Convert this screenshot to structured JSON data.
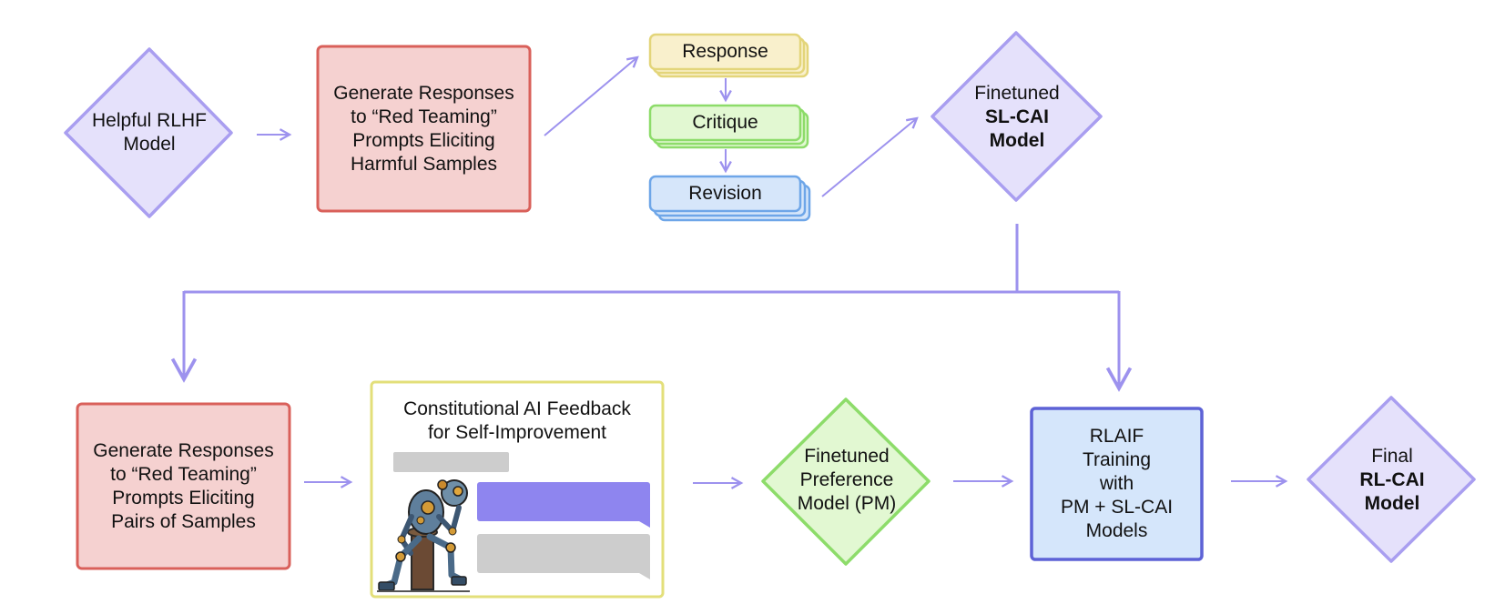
{
  "colors": {
    "arrow": "#9d92ee",
    "diamond_fill": "#e5e1fb",
    "diamond_stroke": "#a99ef0",
    "red_fill": "#f5d1d0",
    "red_stroke": "#d9605a",
    "yellow_fill": "#f9f0cc",
    "yellow_stroke": "#e3d57a",
    "green_fill": "#e2f8d2",
    "green_stroke": "#8ddc6a",
    "blue_fill": "#d6e6fa",
    "blue_stroke": "#6ea6e8",
    "rlaif_fill": "#d5e6fb",
    "rlaif_stroke": "#5d62d6",
    "chat_gray": "#cdcdcd",
    "chat_purple": "#8e85ef"
  },
  "nodes": {
    "helpful_rlhf": {
      "lines": [
        "Helpful RLHF",
        "Model"
      ]
    },
    "gen_harmful": {
      "lines": [
        "Generate Responses",
        "to “Red Teaming”",
        "Prompts Eliciting",
        "Harmful Samples"
      ]
    },
    "response": {
      "label": "Response"
    },
    "critique": {
      "label": "Critique"
    },
    "revision": {
      "label": "Revision"
    },
    "sl_cai": {
      "line1": "Finetuned",
      "line2": "SL-CAI",
      "line3": "Model"
    },
    "gen_pairs": {
      "lines": [
        "Generate Responses",
        "to “Red Teaming”",
        "Prompts Eliciting",
        "Pairs of Samples"
      ]
    },
    "cai_feedback": {
      "lines": [
        "Constitutional AI Feedback",
        "for Self-Improvement"
      ]
    },
    "pm": {
      "lines": [
        "Finetuned",
        "Preference",
        "Model (PM)"
      ]
    },
    "rlaif": {
      "lines": [
        "RLAIF",
        "Training",
        "with",
        "PM + SL-CAI",
        "Models"
      ]
    },
    "rl_cai": {
      "line1": "Final",
      "line2": "RL-CAI",
      "line3": "Model"
    }
  },
  "icons": {
    "robot": "thinker-robot-icon"
  }
}
